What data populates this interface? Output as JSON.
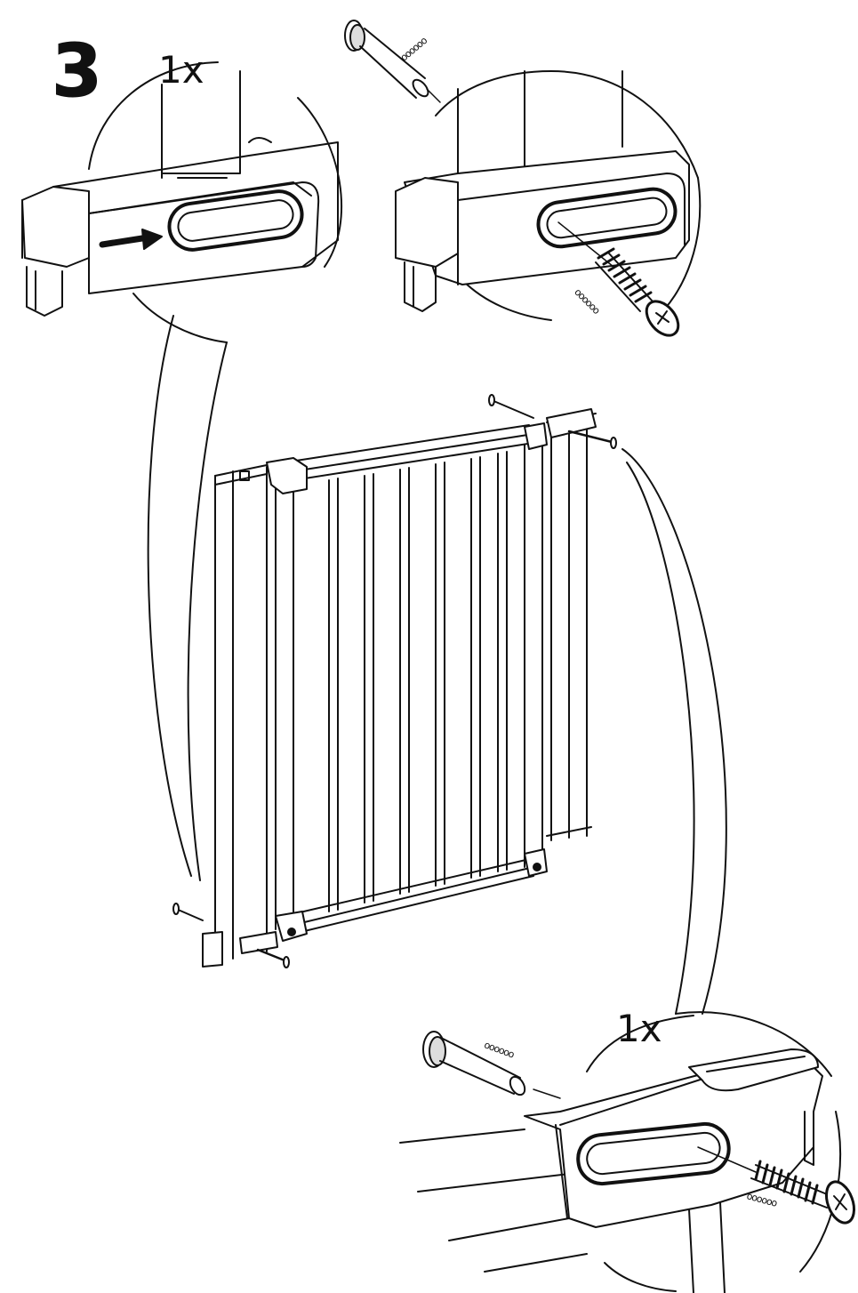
{
  "step": {
    "number": "3"
  },
  "callouts": {
    "top_left_quantity": "1x",
    "bottom_right_quantity": "1x"
  },
  "washer_marks": {
    "top_right_pin": "oooooo",
    "top_right_screw": "oooooo",
    "bottom_pin": "oooooo",
    "bottom_screw": "oooooo"
  },
  "colors": {
    "ink": "#111111",
    "paper": "#ffffff",
    "shade": "#555555"
  }
}
